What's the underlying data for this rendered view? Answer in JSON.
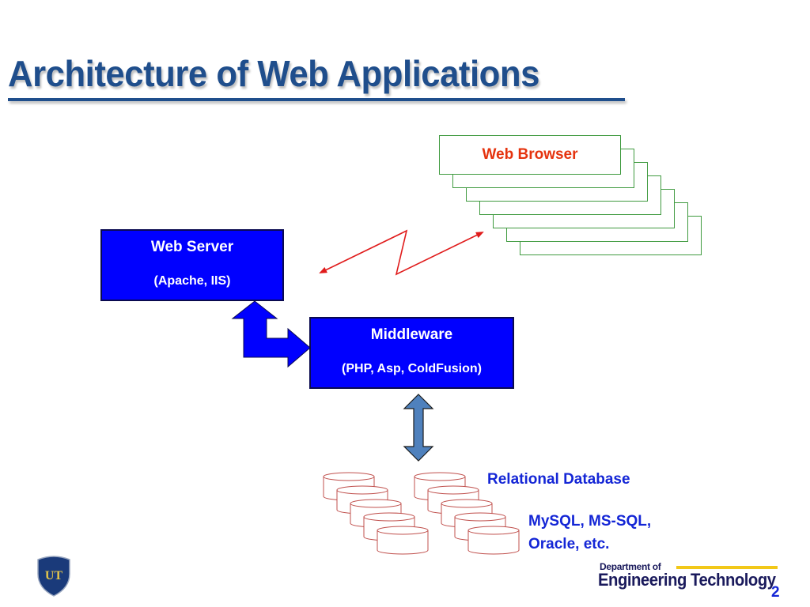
{
  "slide": {
    "title": "Architecture of Web Applications",
    "page_number": "2"
  },
  "nodes": {
    "web_browser": {
      "label": "Web Browser",
      "stack_count": 7
    },
    "web_server": {
      "label": "Web Server",
      "sublabel": "(Apache, IIS)"
    },
    "middleware": {
      "label": "Middleware",
      "sublabel": "(PHP, Asp, ColdFusion)"
    },
    "database": {
      "label": "Relational Database",
      "sublabel_line1": "MySQL, MS-SQL,",
      "sublabel_line2": "Oracle, etc.",
      "cylinder_columns": 2,
      "cylinders_per_column": 5
    }
  },
  "edges": [
    {
      "from": "web_server",
      "to": "web_browser",
      "style": "lightning-double-arrow"
    },
    {
      "from": "web_server",
      "to": "middleware",
      "style": "bent-double-arrow"
    },
    {
      "from": "middleware",
      "to": "database",
      "style": "vertical-double-arrow"
    }
  ],
  "footer": {
    "logo": "ut-shield-logo",
    "logo_text": "UT",
    "department_small": "Department of",
    "department_big": "Engineering Technology"
  },
  "colors": {
    "title": "#1f4e8c",
    "box_fill": "#0000ff",
    "browser_border": "#3f9a3f",
    "browser_text": "#e5330e",
    "link_red": "#e01b1b",
    "db_arrow": "#4f81bd",
    "cylinder_stroke": "#c0504d",
    "db_text": "#1426d6",
    "accent_yellow": "#f2c818"
  }
}
